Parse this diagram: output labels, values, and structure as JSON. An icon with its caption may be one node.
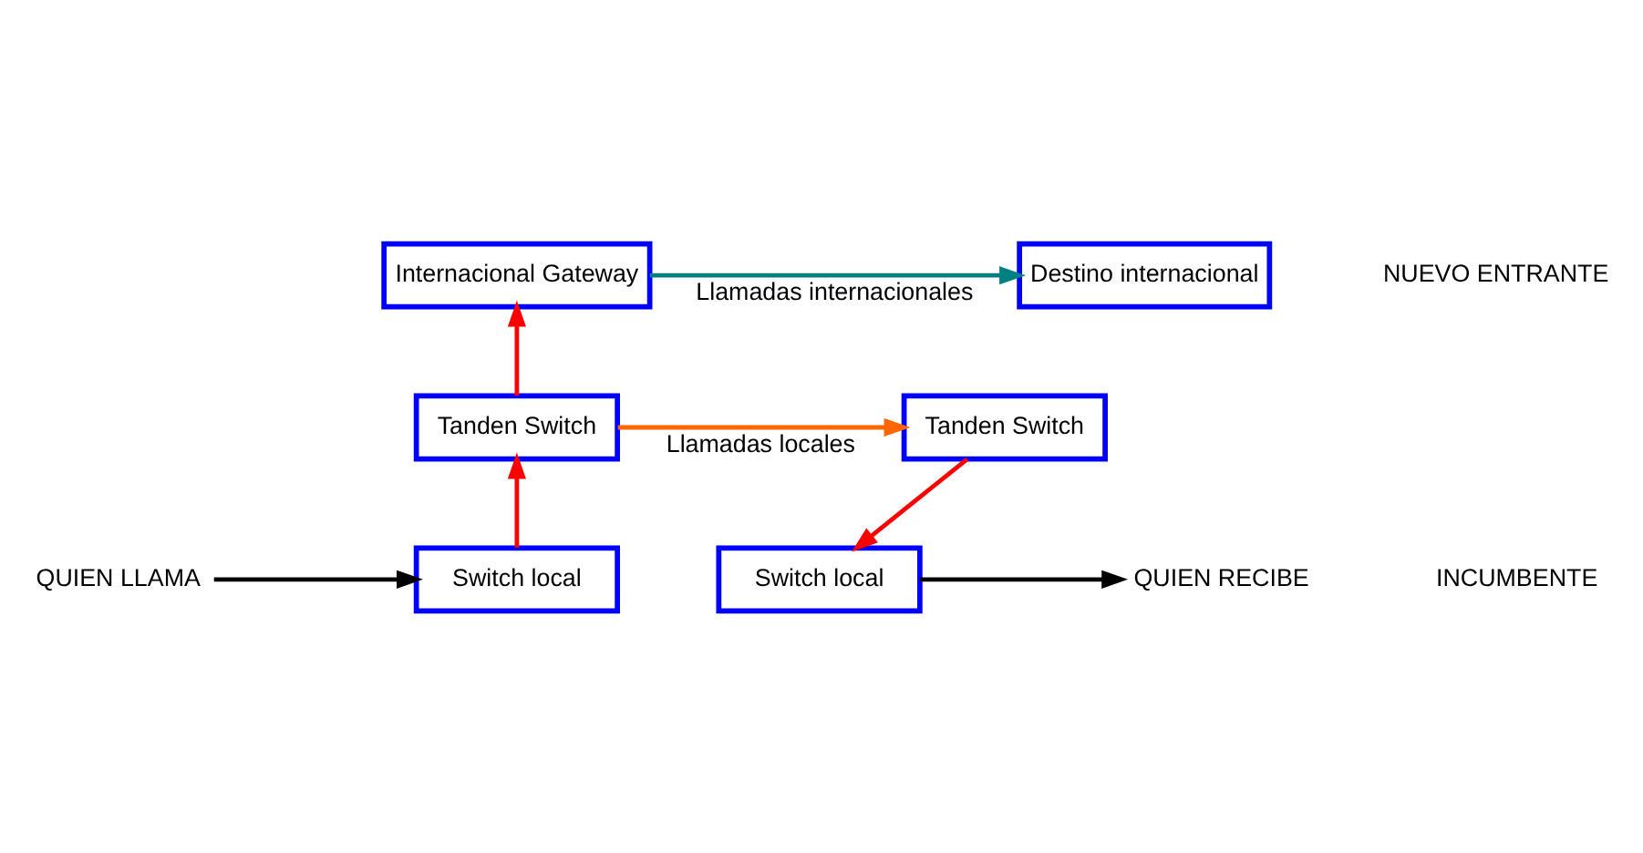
{
  "diagram": {
    "nodes": [
      {
        "text": [
          "Internacional Gateway"
        ]
      },
      {
        "text": [
          "Destino internacional"
        ]
      },
      {
        "text": [
          "Tanden Switch"
        ]
      },
      {
        "text": [
          "Tanden Switch"
        ]
      },
      {
        "text": [
          "QUIEN LLAMA"
        ]
      },
      {
        "text": [
          "Switch local"
        ]
      },
      {
        "text": [
          "Switch local"
        ]
      },
      {
        "text": [
          "QUIEN RECIBE"
        ]
      }
    ],
    "edges": [
      {
        "from": 0,
        "to": 1,
        "arrow": "to",
        "label": "Llamadas internacionales",
        "color": "#008080"
      },
      {
        "from": 2,
        "to": 3,
        "arrow": "to",
        "label": "Llamadas locales",
        "color": "#ff6600"
      },
      {
        "from": 2,
        "to": 0,
        "arrow": "to"
      },
      {
        "from": 5,
        "to": 2,
        "arrow": "to"
      },
      {
        "from": 3,
        "to": 6,
        "arrow": "to"
      },
      {
        "from": 4,
        "to": 5,
        "arrow": "to",
        "color": "#000000"
      },
      {
        "from": 6,
        "to": 7,
        "arrow": "to",
        "color": "#000000"
      }
    ],
    "labels": [
      "NUEVO ENTRANTE",
      "INCUMBENTE"
    ]
  }
}
